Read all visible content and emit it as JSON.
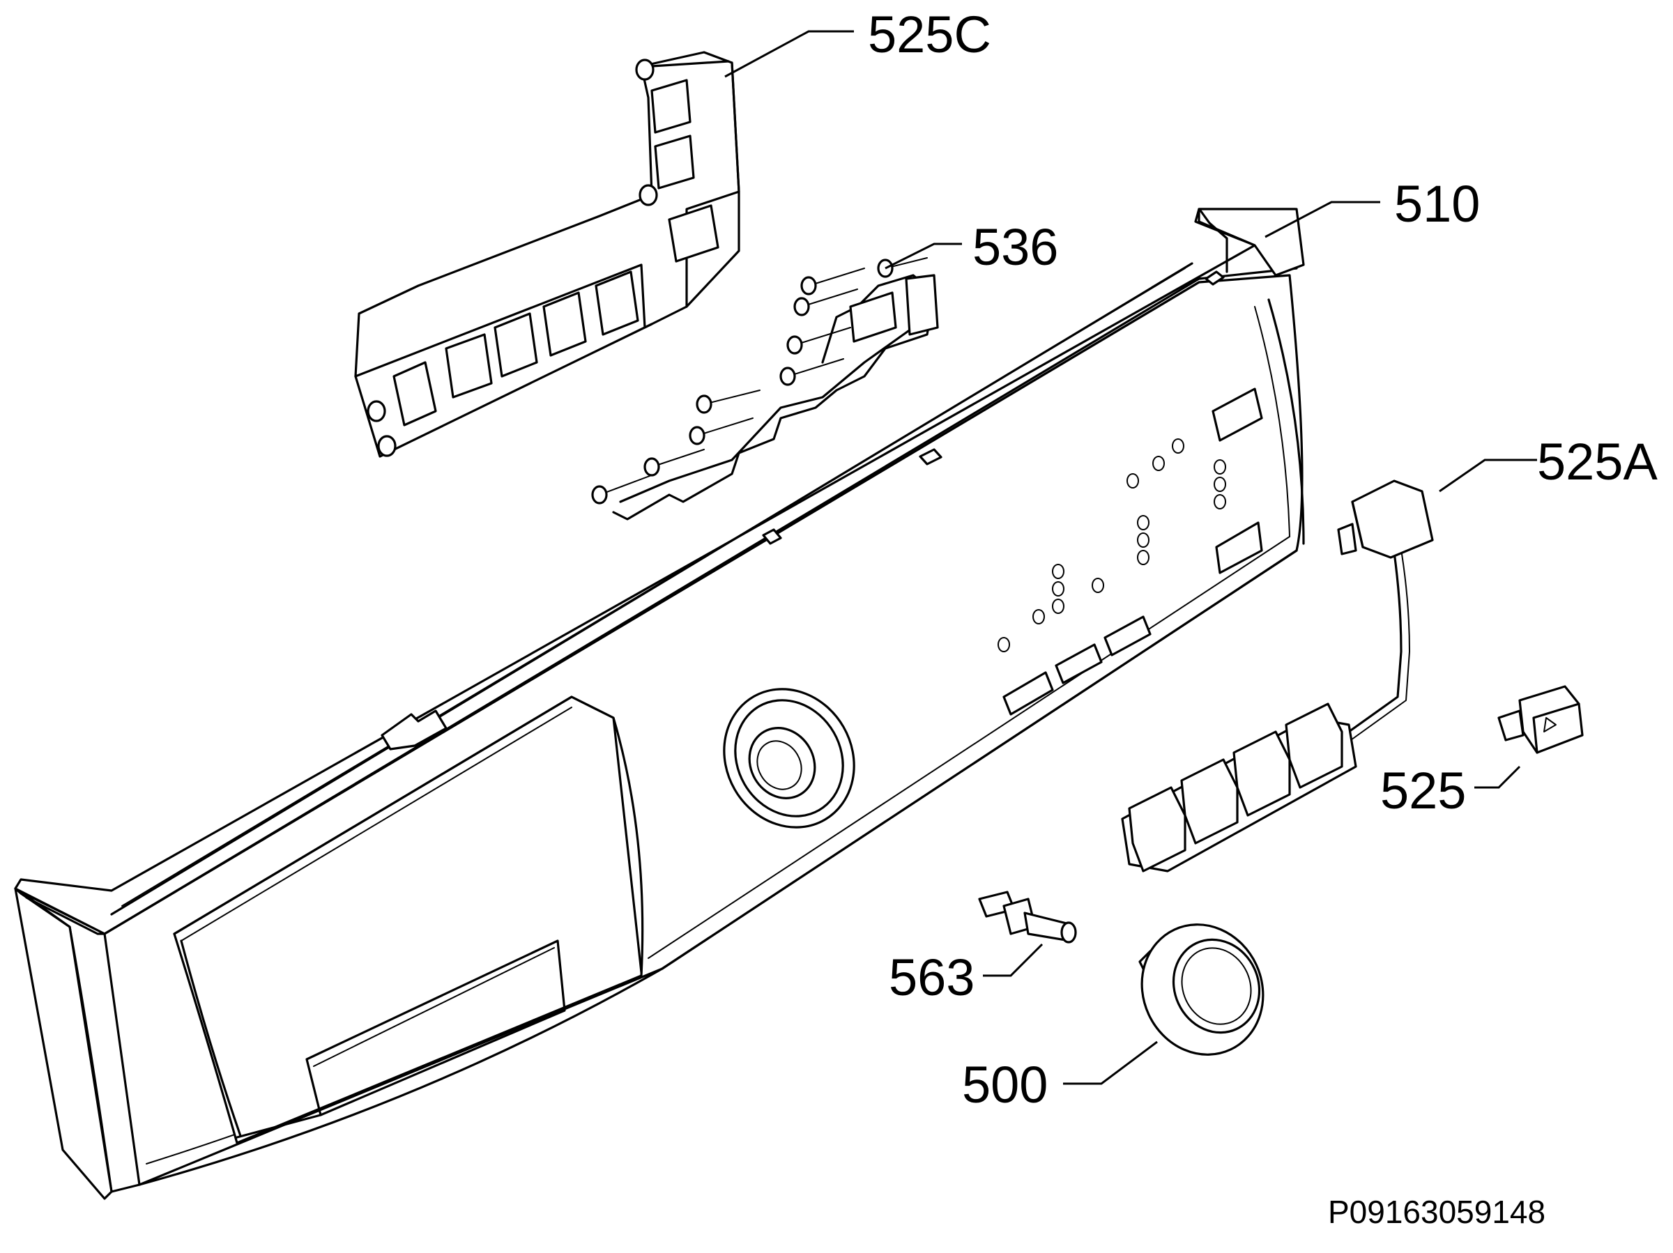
{
  "callouts": [
    {
      "id": "525C",
      "label": "525C"
    },
    {
      "id": "536",
      "label": "536"
    },
    {
      "id": "510",
      "label": "510"
    },
    {
      "id": "525A",
      "label": "525A"
    },
    {
      "id": "525",
      "label": "525"
    },
    {
      "id": "563",
      "label": "563"
    },
    {
      "id": "500",
      "label": "500"
    }
  ],
  "drawing_code": "P09163059148"
}
